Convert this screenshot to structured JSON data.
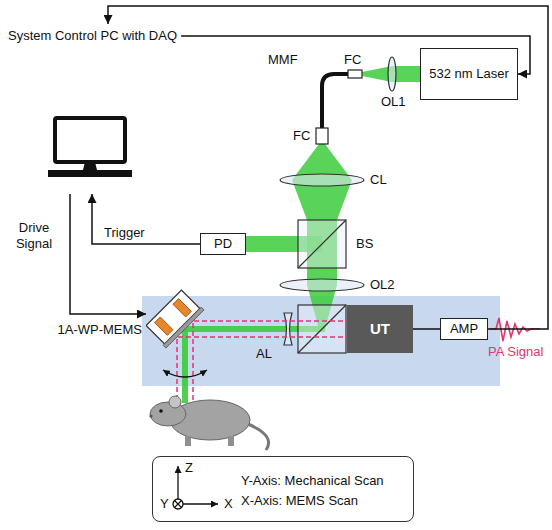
{
  "diagram": {
    "nodes": [
      {
        "text": [
          "System Control PC with DAQ"
        ]
      },
      {
        "text": [
          "532 nm Laser"
        ]
      },
      {
        "text": [
          "PD"
        ]
      },
      {
        "text": [
          "1A-WP-MEMS"
        ]
      },
      {
        "text": [
          "UT"
        ]
      },
      {
        "text": [
          "AMP"
        ]
      },
      {
        "text": [
          "Y-Axis: Mechanical Scan",
          "X-Axis: MEMS Scan"
        ]
      }
    ],
    "edges": [
      {
        "from": 0,
        "to": 1,
        "arrow": "to"
      },
      {
        "from": 2,
        "to": 0,
        "label": "Trigger",
        "arrow": "to"
      },
      {
        "from": 0,
        "to": 3,
        "label": "Drive Signal",
        "arrow": "to"
      },
      {
        "from": 4,
        "to": 5,
        "arrow": "none"
      },
      {
        "from": 5,
        "to": 0,
        "arrow": "to"
      }
    ],
    "labels": [
      "MMF",
      "FC",
      "OL1",
      "FC",
      "CL",
      "BS",
      "OL2",
      "AL",
      "PA Signal",
      "Z",
      "Y",
      "X"
    ]
  }
}
